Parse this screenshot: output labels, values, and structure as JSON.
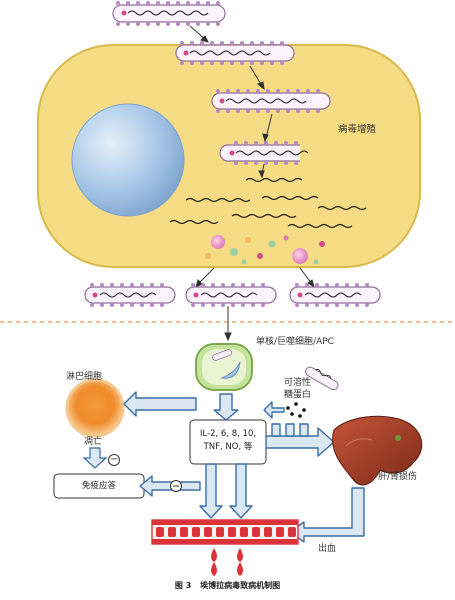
{
  "labels": {
    "replication": "病毒增殖",
    "monocyte": "单核/巨噬细胞/APC",
    "lymphocyte": "淋巴细胞",
    "apoptosis": "凋亡",
    "immune_response": "免疫应答",
    "glycoprotein_line1": "可溶性",
    "glycoprotein_line2": "糖蛋白",
    "cytokine_line1": "IL-2, 6, 8, 10,",
    "cytokine_line2": "TNF, NO, 等",
    "liver_kidney": "肝/肾损伤",
    "bleeding": "出血",
    "minus_sign": "−"
  },
  "caption": {
    "fig_no": "图 3",
    "title": "埃博拉病毒致病机制图"
  },
  "colors": {
    "cell_fill": "#f6dc84",
    "cell_stroke": "#d9b94c",
    "nucleus": "#9fc2e6",
    "arrow_fill": "#dbe7f3",
    "arrow_stroke": "#3a6ea5",
    "vessel_red": "#d8343a",
    "virus_stroke": "#8f6f9a",
    "liver": "#a13a22",
    "lymph_core": "#f2a338",
    "monocyte_fill": "#b8d98a"
  }
}
